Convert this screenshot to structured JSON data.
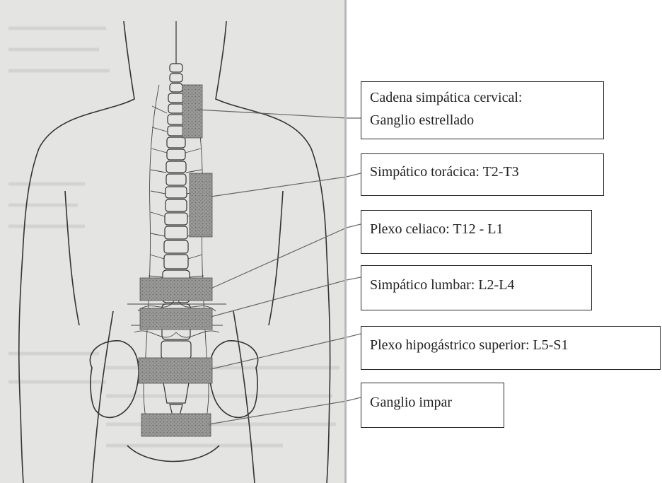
{
  "labels": [
    {
      "line1": "Cadena simpática cervical:",
      "line2": "Ganglio estrellado"
    },
    {
      "line1": "Simpático torácica: T2-T3"
    },
    {
      "line1": "Plexo celiaco: T12 - L1"
    },
    {
      "line1": "Simpático lumbar: L2-L4"
    },
    {
      "line1": "Plexo hipogástrico superior: L5-S1"
    },
    {
      "line1": "Ganglio impar"
    }
  ],
  "colors": {
    "shading": "#8a8a88",
    "ink": "#333333",
    "paper": "#e4e4e2"
  }
}
